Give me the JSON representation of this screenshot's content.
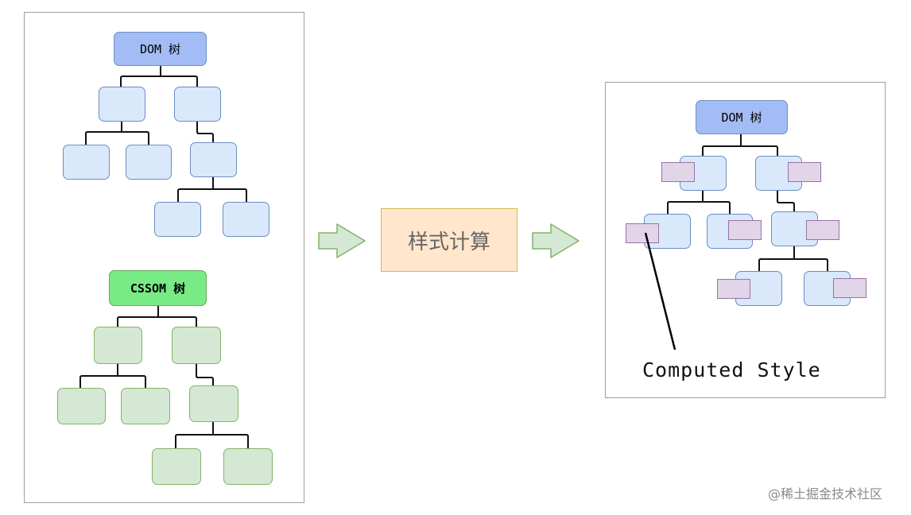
{
  "dom_tree_label": "DOM 树",
  "cssom_tree_label": "CSSOM 树",
  "process_label": "样式计算",
  "result_dom_tree_label": "DOM 树",
  "computed_style_label": "Computed Style",
  "watermark": "@稀土掘金技术社区",
  "colors": {
    "dom_node_fill": "#dae8fc",
    "dom_node_stroke": "#6c8ebf",
    "dom_title_fill": "#a4bcf5",
    "cssom_node_fill": "#d5e8d4",
    "cssom_node_stroke": "#82b366",
    "cssom_title_fill": "#78ea86",
    "process_fill": "#ffe6cc",
    "process_stroke": "#d6b656",
    "style_box_fill": "#e1d5e7",
    "style_box_stroke": "#9673a6",
    "arrow_fill": "#d5e8d4",
    "arrow_stroke": "#82b366"
  }
}
